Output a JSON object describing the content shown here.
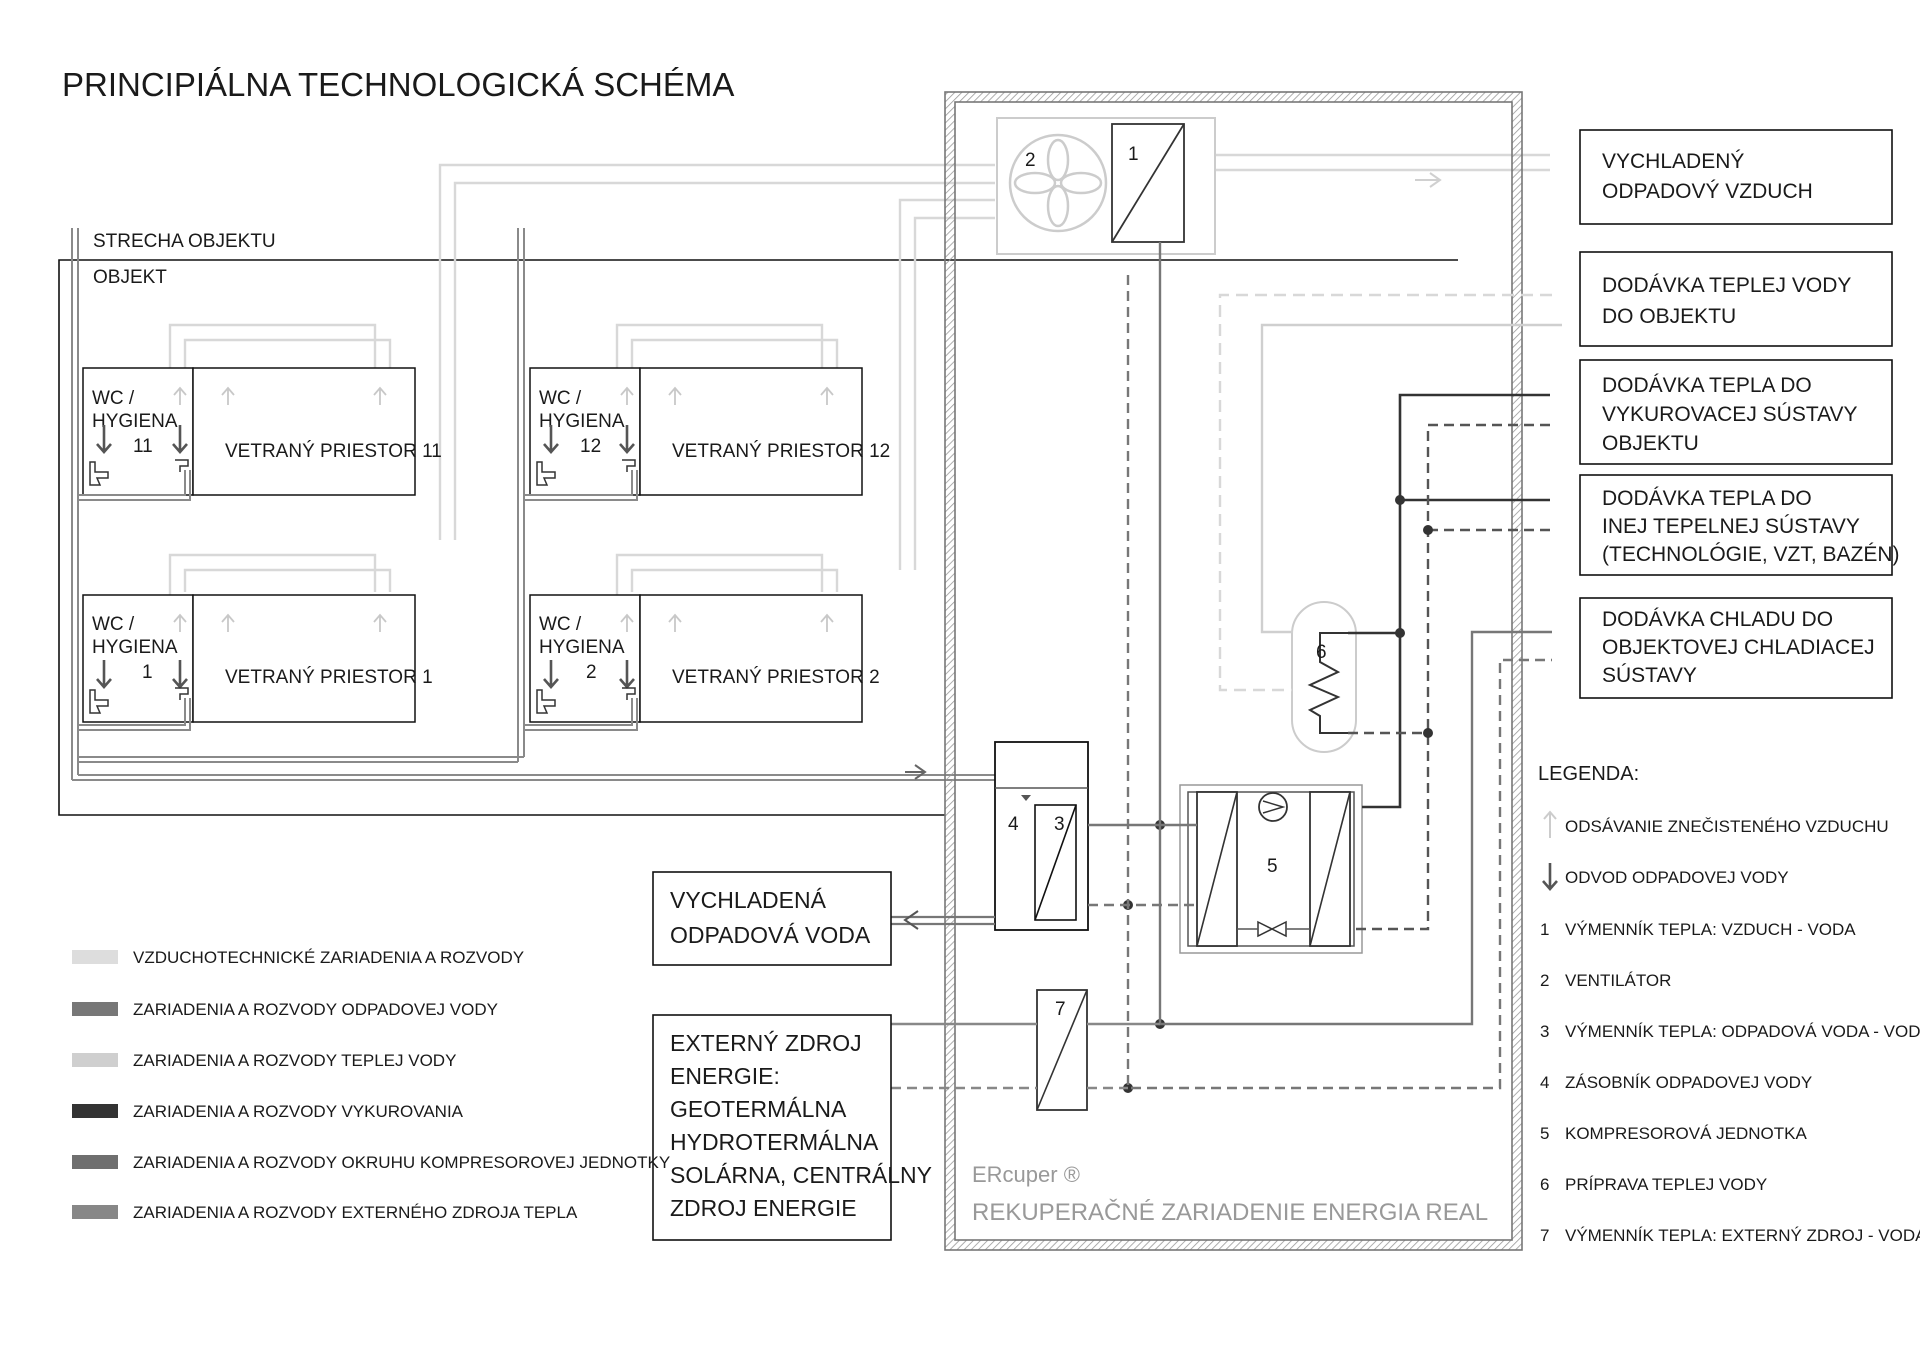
{
  "title": "PRINCIPIÁLNA TECHNOLOGICKÁ SCHÉMA",
  "building": {
    "roof_label": "STRECHA OBJEKTU",
    "object_label": "OBJEKT"
  },
  "rooms": [
    {
      "wc_line1": "WC /",
      "wc_line2": "HYGIENA",
      "number": "11",
      "name": "VETRANÝ PRIESTOR 11"
    },
    {
      "wc_line1": "WC /",
      "wc_line2": "HYGIENA",
      "number": "12",
      "name": "VETRANÝ PRIESTOR 12"
    },
    {
      "wc_line1": "WC /",
      "wc_line2": "HYGIENA",
      "number": "1",
      "name": "VETRANÝ PRIESTOR 1"
    },
    {
      "wc_line1": "WC /",
      "wc_line2": "HYGIENA",
      "number": "2",
      "name": "VETRANÝ PRIESTOR 2"
    }
  ],
  "components": {
    "n1": "1",
    "n2": "2",
    "n3": "3",
    "n4": "4",
    "n5": "5",
    "n6": "6",
    "n7": "7"
  },
  "outputs": [
    {
      "lines": [
        "VYCHLADENÝ",
        "ODPADOVÝ VZDUCH"
      ]
    },
    {
      "lines": [
        "DODÁVKA TEPLEJ VODY",
        "DO OBJEKTU"
      ]
    },
    {
      "lines": [
        "DODÁVKA TEPLA DO",
        "VYKUROVACEJ SÚSTAVY",
        "OBJEKTU"
      ]
    },
    {
      "lines": [
        "DODÁVKA TEPLA DO",
        "INEJ TEPELNEJ SÚSTAVY",
        "(TECHNOLÓGIE, VZT,  BAZÉN)"
      ]
    },
    {
      "lines": [
        "DODÁVKA CHLADU DO",
        "OBJEKTOVEJ CHLADIACEJ",
        "SÚSTAVY"
      ]
    }
  ],
  "waste_water_out": {
    "lines": [
      "VYCHLADENÁ",
      "ODPADOVÁ VODA"
    ]
  },
  "external_source": {
    "lines": [
      "EXTERNÝ ZDROJ",
      "ENERGIE:",
      "GEOTERMÁLNA",
      "HYDROTERMÁLNA",
      "SOLÁRNA, CENTRÁLNY",
      "ZDROJ  ENERGIE"
    ]
  },
  "unit": {
    "brand": "ERcuper ®",
    "name": "REKUPERAČNÉ ZARIADENIE ENERGIA REAL"
  },
  "legend_left": [
    {
      "label": "VZDUCHOTECHNICKÉ ZARIADENIA A ROZVODY",
      "color": "#dddddd"
    },
    {
      "label": "ZARIADENIA A ROZVODY ODPADOVEJ VODY",
      "color": "#777777"
    },
    {
      "label": "ZARIADENIA A ROZVODY TEPLEJ VODY",
      "color": "#cfcfcf"
    },
    {
      "label": "ZARIADENIA A ROZVODY VYKUROVANIA",
      "color": "#333333"
    },
    {
      "label": "ZARIADENIA A ROZVODY OKRUHU KOMPRESOROVEJ JEDNOTKY",
      "color": "#6f6f6f"
    },
    {
      "label": "ZARIADENIA A ROZVODY EXTERNÉHO ZDROJA TEPLA",
      "color": "#878787"
    }
  ],
  "legend_right": {
    "heading": "LEGENDA:",
    "arrow_items": [
      {
        "label": "ODSÁVANIE ZNEČISTENÉHO VZDUCHU",
        "color": "#cccccc"
      },
      {
        "label": "ODVOD ODPADOVEJ VODY",
        "color": "#555555"
      }
    ],
    "numbered_items": [
      {
        "num": "1",
        "label": "VÝMENNÍK TEPLA: VZDUCH - VODA"
      },
      {
        "num": "2",
        "label": "VENTILÁTOR"
      },
      {
        "num": "3",
        "label": "VÝMENNÍK TEPLA: ODPADOVÁ VODA - VODA"
      },
      {
        "num": "4",
        "label": "ZÁSOBNÍK ODPADOVEJ VODY"
      },
      {
        "num": "5",
        "label": "KOMPRESOROVÁ JEDNOTKA"
      },
      {
        "num": "6",
        "label": "PRÍPRAVA TEPLEJ VODY"
      },
      {
        "num": "7",
        "label": "VÝMENNÍK TEPLA:  EXTERNÝ ZDROJ - VODA"
      }
    ]
  }
}
